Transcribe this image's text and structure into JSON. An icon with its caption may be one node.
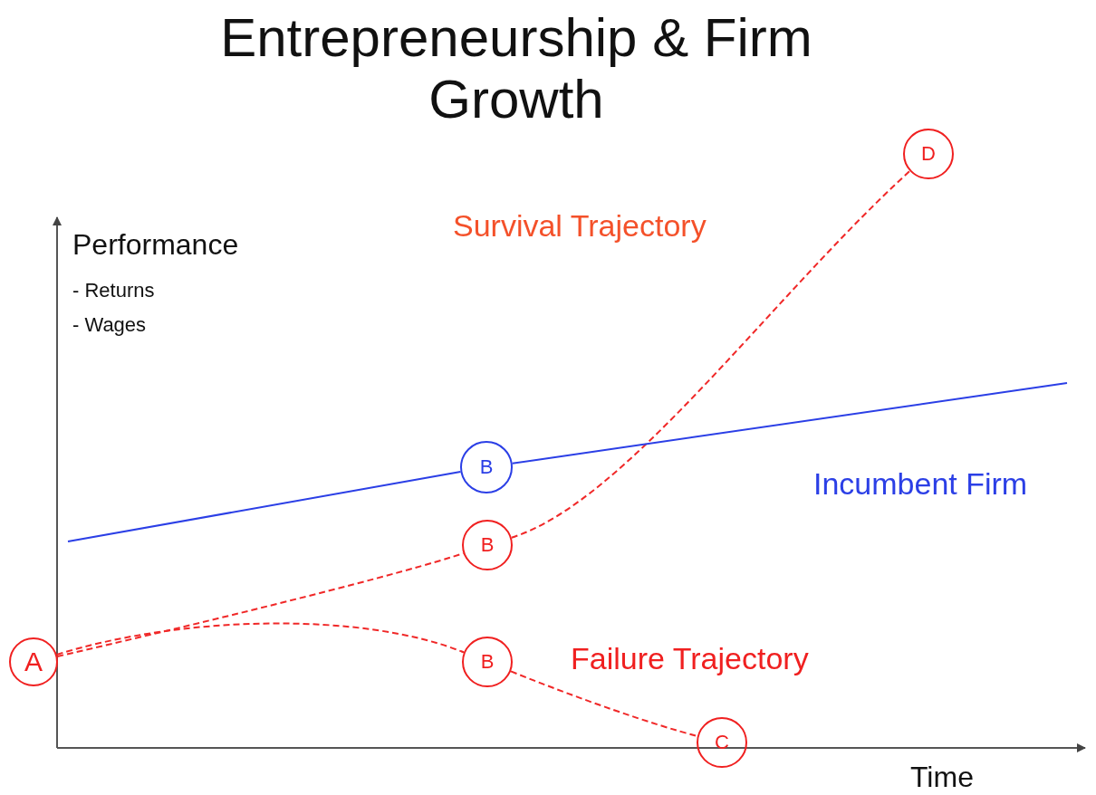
{
  "diagram": {
    "title": "Entrepreneurship & Firm Growth",
    "nodes": [
      {
        "text": [
          "A"
        ]
      },
      {
        "text": [
          "B"
        ]
      },
      {
        "text": [
          "B"
        ]
      },
      {
        "text": [
          "B"
        ]
      },
      {
        "text": [
          "C"
        ]
      },
      {
        "text": [
          "D"
        ]
      }
    ],
    "edges": [
      {
        "from": 0,
        "to": 1,
        "arrow": "none",
        "style": "dashed"
      },
      {
        "from": 1,
        "to": 5,
        "arrow": "none",
        "style": "dashed"
      },
      {
        "from": 0,
        "to": 2,
        "arrow": "none",
        "style": "dashed"
      },
      {
        "from": 2,
        "to": 4,
        "arrow": "none",
        "style": "dashed"
      },
      {
        "from": null,
        "to": 3,
        "arrow": "none",
        "color": "#2b3fe6"
      },
      {
        "from": 3,
        "to": null,
        "arrow": "none",
        "color": "#2b3fe6"
      }
    ],
    "labels": [
      "Performance",
      "- Returns",
      "- Wages",
      "Survival Trajectory",
      "Incumbent Firm",
      "Failure Trajectory",
      "Time"
    ]
  }
}
